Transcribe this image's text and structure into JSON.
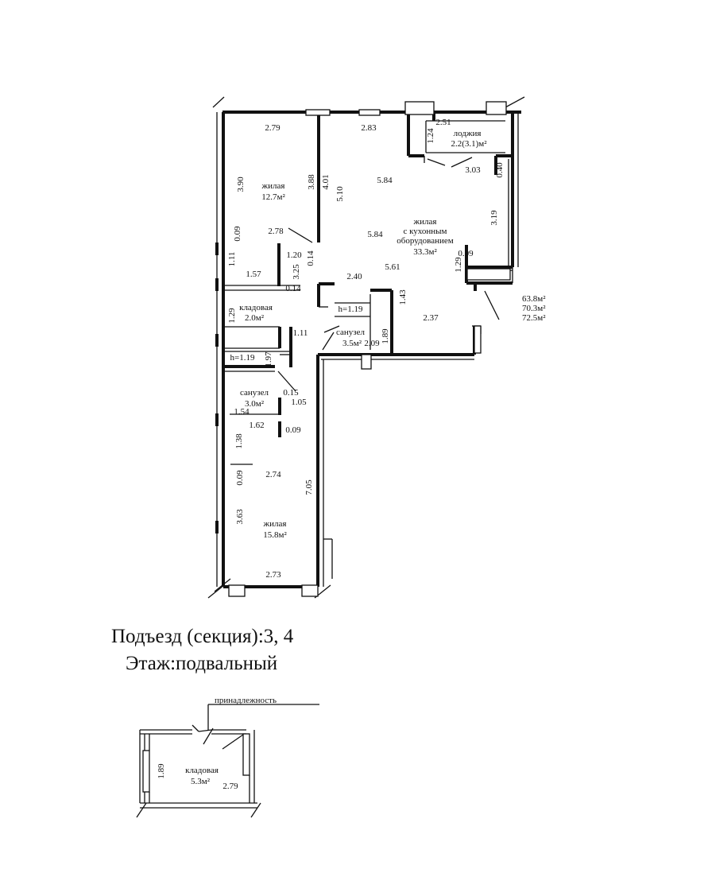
{
  "caption": {
    "entrance": "Подъезд (секция):3, 4",
    "floor": "Этаж:подвальный"
  },
  "totals": {
    "area_living": "63.8м²",
    "area_total": "70.3м²",
    "area_full": "72.5м²"
  },
  "rooms": {
    "living1": {
      "name": "жилая",
      "area": "12.7м²"
    },
    "living2": {
      "name": "жилая",
      "name2": "с кухонным",
      "name3": "оборудованием",
      "area": "33.3м²"
    },
    "loggia": {
      "name": "лоджия",
      "area": "2.2(3.1)м²"
    },
    "storage": {
      "name": "кладовая",
      "area": "2.0м²"
    },
    "bath_small": {
      "name": "санузел",
      "area": "3.0м²"
    },
    "bath_big": {
      "name": "санузел",
      "area": "3.5м²"
    },
    "living3": {
      "name": "жилая",
      "area": "15.8м²"
    }
  },
  "dims": {
    "d_279_top": "2.79",
    "d_283": "2.83",
    "d_251": "2.51",
    "d_124": "1.24",
    "d_303": "3.03",
    "d_040": "0.40",
    "d_390": "3.90",
    "d_388": "3.88",
    "d_401": "4.01",
    "d_510": "5.10",
    "d_584a": "5.84",
    "d_584b": "5.84",
    "d_319": "3.19",
    "d_278": "2.78",
    "d_009a": "0.09",
    "d_111a": "1.11",
    "d_120": "1.20",
    "d_014a": "0.14",
    "d_325": "3.25",
    "d_009b": "0.09",
    "d_129a": "1.29",
    "d_561": "5.61",
    "d_157": "1.57",
    "d_014b": "0.14",
    "d_240": "2.40",
    "d_143": "1.43",
    "d_h119a": "h=1.19",
    "d_129b": "1.29",
    "d_111b": "1.11",
    "d_237": "2.37",
    "d_189": "1.89",
    "d_209": "2.09",
    "d_h119b": "h=1.19",
    "d_197": "1.97",
    "d_015": "0.15",
    "d_105": "1.05",
    "d_154": "1.54",
    "d_162": "1.62",
    "d_009c": "0.09",
    "d_138": "1.38",
    "d_274": "2.74",
    "d_009d": "0.09",
    "d_705": "7.05",
    "d_363": "3.63",
    "d_273": "2.73"
  },
  "basement": {
    "note": "принадлежность",
    "room_name": "кладовая",
    "room_area": "5.3м²",
    "d_189": "1.89",
    "d_279": "2.79"
  }
}
